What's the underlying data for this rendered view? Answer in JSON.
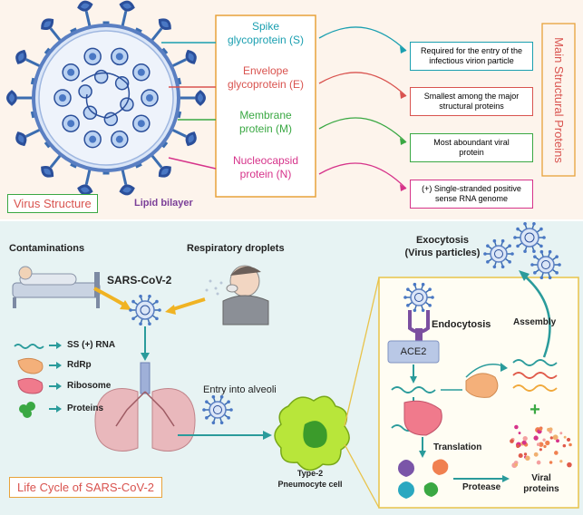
{
  "virus_structure": {
    "panel_label": "Virus Structure",
    "lipid_label": "Lipid bilayer",
    "proteins": [
      {
        "name_line1": "Spike",
        "name_line2": "glycoprotein (S)",
        "color": "#1a9fb0",
        "desc_line1": "Required for the entry of the",
        "desc_line2": "infectious virion particle"
      },
      {
        "name_line1": "Envelope",
        "name_line2": "glycoprotein (E)",
        "color": "#d9534f",
        "desc_line1": "Smallest among the major",
        "desc_line2": "structural proteins"
      },
      {
        "name_line1": "Membrane",
        "name_line2": "protein (M)",
        "color": "#3aa843",
        "desc_line1": "Most aboundant viral",
        "desc_line2": "protein"
      },
      {
        "name_line1": "Nucleocapsid",
        "name_line2": "protein (N)",
        "color": "#d6338a",
        "desc_line1": "(+) Single-stranded positive",
        "desc_line2": "sense RNA genome"
      }
    ],
    "side_title": "Main Structural Proteins"
  },
  "life_cycle": {
    "panel_label": "Life Cycle of SARS-CoV-2",
    "contaminations": "Contaminations",
    "respiratory": "Respiratory droplets",
    "virus_name": "SARS-CoV-2",
    "legend": [
      {
        "label": "SS (+) RNA",
        "icon": "rna-wave-icon"
      },
      {
        "label": "RdRp",
        "icon": "rdrp-icon"
      },
      {
        "label": "Ribosome",
        "icon": "ribosome-icon"
      },
      {
        "label": "Proteins",
        "icon": "proteins-icon"
      }
    ],
    "entry": "Entry into alveoli",
    "cell_line1": "Type-2",
    "cell_line2": "Pneumocyte cell",
    "exocytosis_line1": "Exocytosis",
    "exocytosis_line2": "(Virus particles)",
    "endocytosis": "Endocytosis",
    "receptor": "ACE2",
    "assembly": "Assembly",
    "translation": "Translation",
    "protease": "Protease",
    "viral_line1": "Viral",
    "viral_line2": "proteins"
  }
}
